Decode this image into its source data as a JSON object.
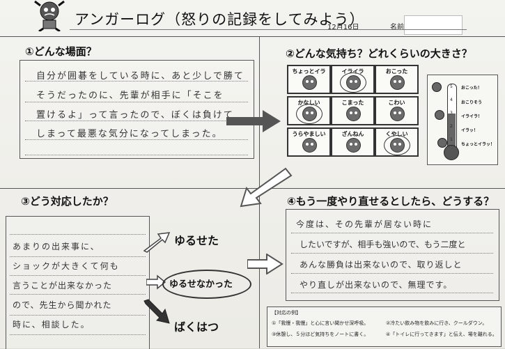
{
  "header": {
    "title": "アンガーログ（怒りの記録をしてみよう）",
    "date": "12月16日",
    "name_label": "名前"
  },
  "panel1": {
    "title": "①どんな場面？",
    "lines": [
      "自分が囲碁をしている時に、あと少しで勝て",
      "そうだったのに、先輩が相手に「そこを",
      "置けるよ」って言ったので、ぼくは負けて",
      "しまって最悪な気分になってしまった。"
    ]
  },
  "panel2": {
    "title": "②どんな気持ち？どれくらいの大きさ？",
    "emotions": [
      "ちょっとイラ",
      "イライラ",
      "おこった",
      "かなしい",
      "こまった",
      "こわい",
      "うらやましい",
      "ざんねん",
      "くやしい"
    ],
    "circled": [
      "イライラ",
      "かなしい",
      "くやしい"
    ],
    "scale_numbers": [
      "5",
      "4",
      "3",
      "2",
      "1"
    ],
    "scale_levels": [
      "おこった！",
      "おこりそう",
      "イライラ！",
      "イラッ！",
      "ちょっとイラッ！"
    ],
    "thermometer_level": 0.55
  },
  "panel3": {
    "title": "③どう対応したか？",
    "lines": [
      "あまりの出来事に、",
      "ショックが大きくて何も",
      "言うことが出来なかった",
      "ので、先生から聞かれた",
      "時に、相談した。"
    ],
    "outcomes": [
      "ゆるせた",
      "ゆるせなかった",
      "ばくはつ"
    ],
    "selected_outcome": "ゆるせなかった"
  },
  "panel4": {
    "title": "④もう一度やり直せるとしたら、どうする？",
    "lines": [
      "今度は、その先輩が居ない時に",
      "したいですが、相手も強いので、もう二度と",
      "あんな勝負は出来ないので、取り返しと",
      "やり直しが出来ないので、無理です。"
    ]
  },
  "examples": {
    "title": "【対応の例】",
    "items": [
      "①「我慢・我慢」と心に言い聞かせ深呼吸。",
      "②冷たい飲み物を飲みに行き、クールダウン。",
      "③休憩し、５分ほど気持ちをノートに書く。",
      "④「トイレに行ってきます」と伝え、場を離れる。"
    ]
  }
}
